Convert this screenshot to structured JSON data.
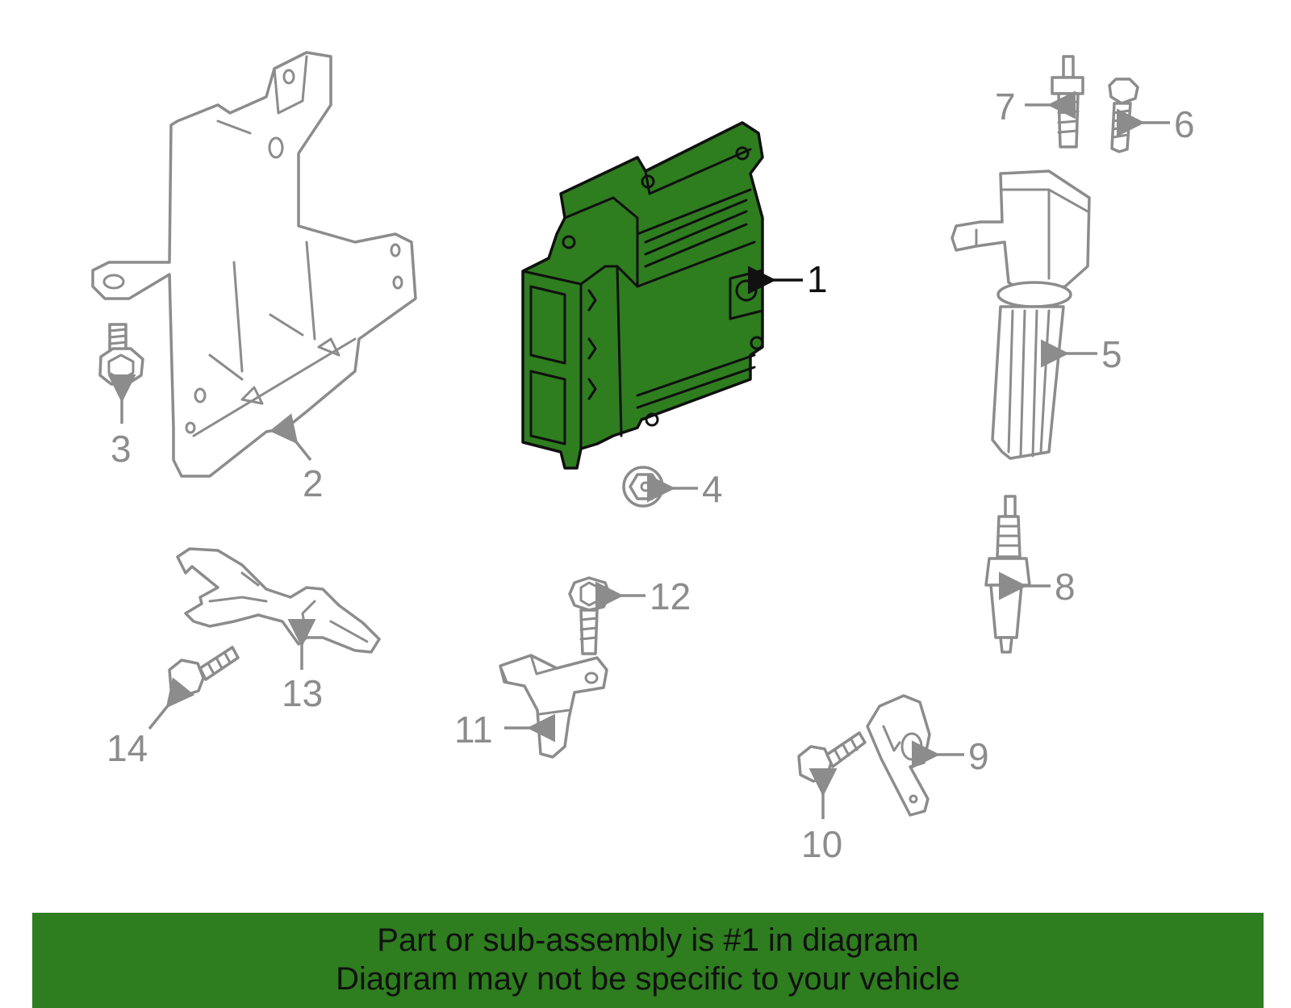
{
  "callouts": [
    {
      "id": "1",
      "label": "1",
      "highlighted": true
    },
    {
      "id": "2",
      "label": "2"
    },
    {
      "id": "3",
      "label": "3"
    },
    {
      "id": "4",
      "label": "4"
    },
    {
      "id": "5",
      "label": "5"
    },
    {
      "id": "6",
      "label": "6"
    },
    {
      "id": "7",
      "label": "7"
    },
    {
      "id": "8",
      "label": "8"
    },
    {
      "id": "9",
      "label": "9"
    },
    {
      "id": "10",
      "label": "10"
    },
    {
      "id": "11",
      "label": "11"
    },
    {
      "id": "12",
      "label": "12"
    },
    {
      "id": "13",
      "label": "13"
    },
    {
      "id": "14",
      "label": "14"
    }
  ],
  "banner": {
    "line1": "Part or sub-assembly is #1 in diagram",
    "line2": "Diagram may not be specific to your vehicle"
  },
  "colors": {
    "highlight_fill": "#2e7d1f",
    "part_stroke": "#8c8c8c",
    "highlight_stroke": "#101010"
  }
}
